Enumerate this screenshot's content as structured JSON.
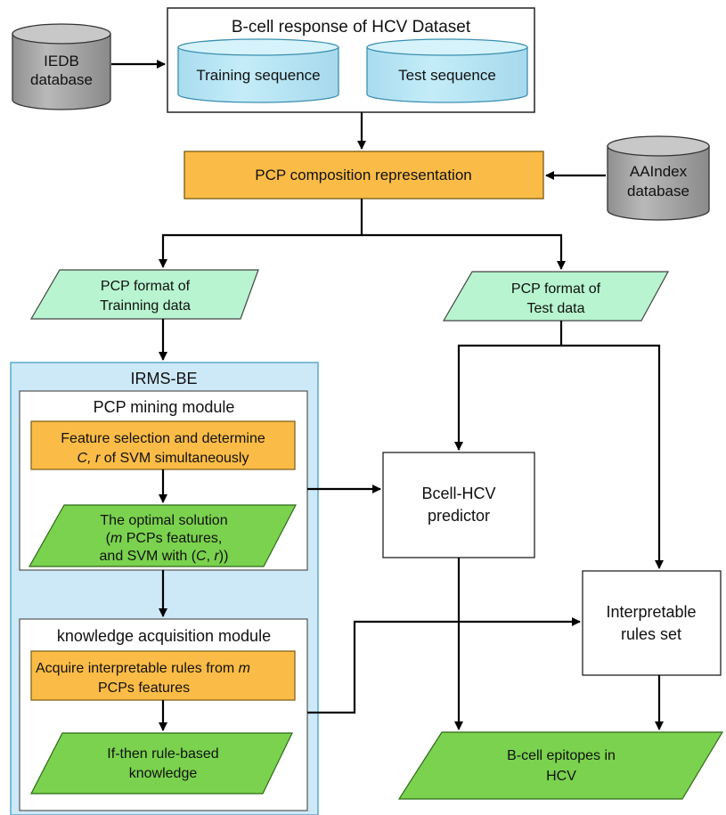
{
  "dataset": {
    "title": "B-cell response of HCV Dataset",
    "training": "Training sequence",
    "test": "Test sequence"
  },
  "iedb": {
    "line1": "IEDB",
    "line2": "database"
  },
  "aaindex": {
    "line1": "AAIndex",
    "line2": "database"
  },
  "pcp_composition": "PCP composition representation",
  "train_format": {
    "line1": "PCP format of",
    "line2": "Trainning data"
  },
  "test_format": {
    "line1": "PCP format of",
    "line2": "Test data"
  },
  "irms": {
    "title": "IRMS-BE"
  },
  "mining": {
    "title": "PCP mining module",
    "feature": {
      "line1": "Feature selection and determine",
      "line2_italic_1": "C, r",
      "line2_rest": " of SVM simultaneously"
    },
    "optimal": {
      "line1": "The optimal solution",
      "line2_a": "(",
      "line2_m": "m",
      "line2_b": " PCPs features,",
      "line3_a": "and SVM with (",
      "line3_c": "C",
      "line3_sep": ", ",
      "line3_r": "r",
      "line3_b": "))"
    }
  },
  "knowledge": {
    "title": "knowledge acquisition module",
    "acquire": {
      "line1_a": "Acquire interpretable rules from ",
      "line1_m": "m",
      "line2": "PCPs features"
    },
    "ifthen": {
      "line1": "If-then rule-based",
      "line2": "knowledge"
    }
  },
  "predictor": {
    "line1": "Bcell-HCV",
    "line2": "predictor"
  },
  "rules": {
    "line1": "Interpretable",
    "line2": "rules set"
  },
  "epitopes": {
    "line1": "B-cell epitopes in",
    "line2": "HCV"
  },
  "colors": {
    "orange": "#fbbc47",
    "light_green": "#b7f4cf",
    "green": "#7ad24e",
    "cyan": "#bde8f6",
    "cylinder_gray": "#a9a9a9",
    "irms_blue": "#cde9f8"
  }
}
